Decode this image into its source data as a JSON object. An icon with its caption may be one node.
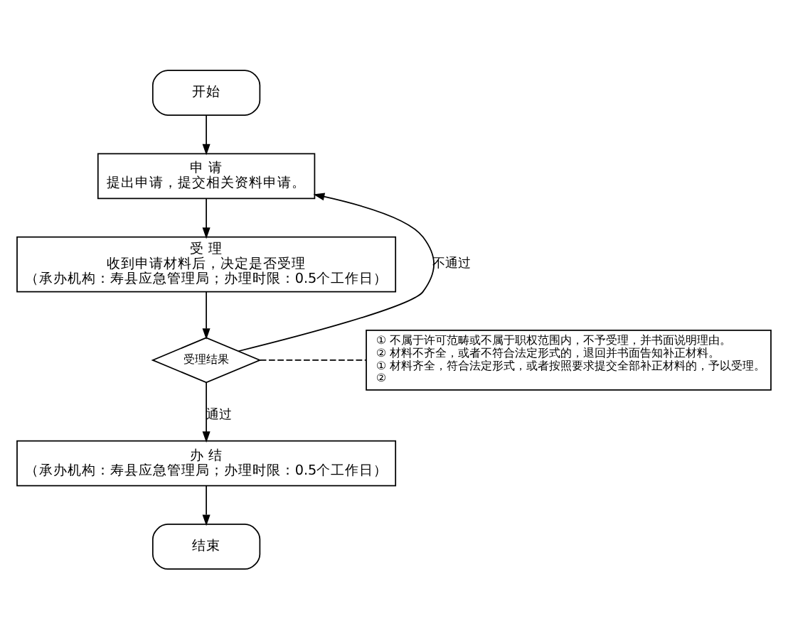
{
  "diagram": {
    "nodes": [
      {
        "text": [
          "开始"
        ]
      },
      {
        "text": [
          "申 请",
          "提出申请，提交相关资料申请。"
        ]
      },
      {
        "text": [
          "受 理",
          "收到申请材料后，决定是否受理",
          "（承办机构：寿县应急管理局；办理时限：0.5个工作日）"
        ]
      },
      {
        "text": [
          "受理结果"
        ]
      },
      {
        "text": [
          "办 结",
          "（承办机构：寿县应急管理局；办理时限：0.5个工作日）"
        ]
      },
      {
        "text": [
          "结束"
        ]
      },
      {
        "text": [
          "① 不属于许可范畴或不属于职权范围内，不予受理，并书面说明理由。",
          "② 材料不齐全，或者不符合法定形式的，退回并书面告知补正材料。",
          "① 材料齐全，符合法定形式，或者按照要求提交全部补正材料的，予以受理。",
          "②"
        ]
      }
    ],
    "edges": [
      {
        "from": 0,
        "to": 1,
        "arrow": "to"
      },
      {
        "from": 1,
        "to": 2,
        "arrow": "to"
      },
      {
        "from": 2,
        "to": 3,
        "arrow": "to"
      },
      {
        "from": 3,
        "to": 1,
        "arrow": "to",
        "label": "不通过"
      },
      {
        "from": 3,
        "to": 4,
        "arrow": "to",
        "label": "通过"
      },
      {
        "from": 4,
        "to": 5,
        "arrow": "to"
      },
      {
        "from": 3,
        "to": 6,
        "arrow": "none",
        "style": "dashed"
      }
    ]
  }
}
